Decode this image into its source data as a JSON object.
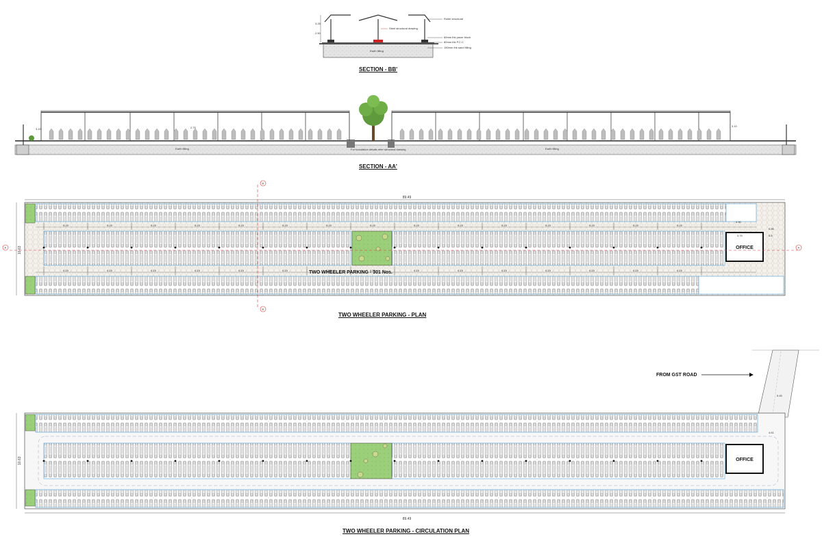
{
  "section_bb": {
    "title": "SECTION - BB'",
    "earth_label": "Earth filling",
    "notes": [
      "Roller structural",
      "Steel structural drawing",
      "60mm thk paver block",
      "80mm thk P.C.C",
      "150mm thk sand filling"
    ],
    "dims": [
      "3.25",
      "2.50"
    ]
  },
  "section_aa": {
    "title": "SECTION - AA'",
    "earth_left": "Earth filling",
    "earth_right": "Earth filling",
    "foundation_note": "For foundation details refer structural drawing",
    "dims": [
      "3.10",
      "2.75",
      "3.10"
    ]
  },
  "plan": {
    "title": "TWO WHEELER PARKING - PLAN",
    "center_label": "TWO WHEELER PARKING - 301 Nos.",
    "office_label": "OFFICE",
    "overall_length": "89.49",
    "overall_width": "10.63",
    "bay_dim": "6.15",
    "end_dims": [
      "5.90",
      "5.56",
      "3.75",
      "8.8"
    ],
    "section_marks": [
      "B",
      "B",
      "A",
      "A"
    ]
  },
  "circulation": {
    "title": "TWO WHEELER PARKING - CIRCULATION PLAN",
    "office_label": "OFFICE",
    "road_label": "FROM GST ROAD",
    "overall_length": "89.49",
    "overall_width": "10.63",
    "entry_dim": "5.45",
    "gap_dim": "4.61"
  }
}
